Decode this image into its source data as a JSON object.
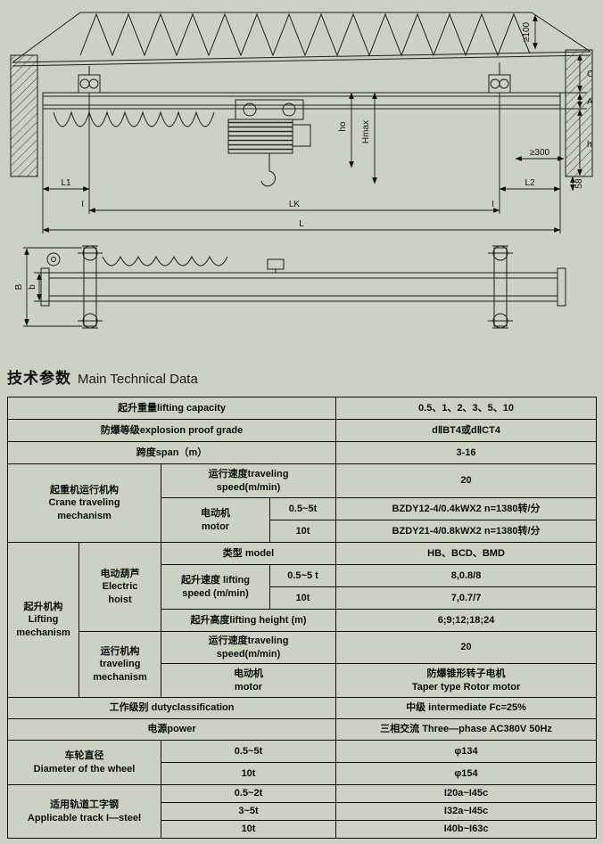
{
  "page": {
    "title_zh": "技术参数",
    "title_en": "Main Technical Data"
  },
  "drawing": {
    "front_view_labels": {
      "ge100": "≥100",
      "c": "C",
      "a": "A",
      "h": "h",
      "hmax": "Hmax",
      "ho": "ho",
      "ge300": "≥300",
      "n58": "58",
      "l1": "L1",
      "l2": "L2",
      "i_left": "I",
      "i_right": "I",
      "lk": "LK",
      "l": "L"
    },
    "plan_view_labels": {
      "b_outer": "B",
      "b_inner": "b"
    }
  },
  "table": {
    "rows": {
      "lifting_capacity": {
        "label": "起升重量lifting capacity",
        "value": "0.5、1、2、3、5、10"
      },
      "explosion_grade": {
        "label": "防爆等级explosion proof grade",
        "value": "dⅡBT4或dⅡCT4"
      },
      "span": {
        "label": "跨度span（m）",
        "value": "3-16"
      },
      "crane_traveling": {
        "group_label": "起重机运行机构\nCrane traveling\nmechanism",
        "speed_label": "运行速度traveling\nspeed(m/min)",
        "speed_value": "20",
        "motor_label": "电动机\nmotor",
        "motor_t1_label": "0.5~5t",
        "motor_t1_value": "BZDY12-4/0.4kWX2  n=1380转/分",
        "motor_t2_label": "10t",
        "motor_t2_value": "BZDY21-4/0.8kWX2  n=1380转/分"
      },
      "lifting_mechanism": {
        "group_label": "起升机构\nLifting\nmechanism",
        "hoist_label": "电动葫芦\nElectric\nhoist",
        "model_label": "类型  model",
        "model_value": "HB、BCD、BMD",
        "lift_speed_label": "起升速度 lifting\nspeed (m/min)",
        "lift_speed_t1_label": "0.5~5 t",
        "lift_speed_t1_value": "8,0.8/8",
        "lift_speed_t2_label": "10t",
        "lift_speed_t2_value": "7,0.7/7",
        "lift_height_label": "起升高度lifting height (m)",
        "lift_height_value": "6;9;12;18;24",
        "trav_label": "运行机构\ntraveling\nmechanism",
        "trav_speed_label": "运行速度traveling\nspeed(m/min)",
        "trav_speed_value": "20",
        "trav_motor_label": "电动机\nmotor",
        "trav_motor_value": "防爆锥形转子电机\nTaper type Rotor motor"
      },
      "duty": {
        "label": "工作级别  dutyclassification",
        "value": "中级 intermediate Fc=25%"
      },
      "power": {
        "label": "电源power",
        "value": "三相交流  Three—phase AC380V 50Hz"
      },
      "wheel": {
        "group_label": "车轮直径\nDiameter of the wheel",
        "t1_label": "0.5~5t",
        "t1_value": "φ134",
        "t2_label": "10t",
        "t2_value": "φ154"
      },
      "track": {
        "group_label": "适用轨道工字钢\nApplicable track I—steel",
        "t1_label": "0.5~2t",
        "t1_value": "I20a~I45c",
        "t2_label": "3~5t",
        "t2_value": "I32a~I45c",
        "t3_label": "10t",
        "t3_value": "I40b~I63c"
      }
    }
  }
}
